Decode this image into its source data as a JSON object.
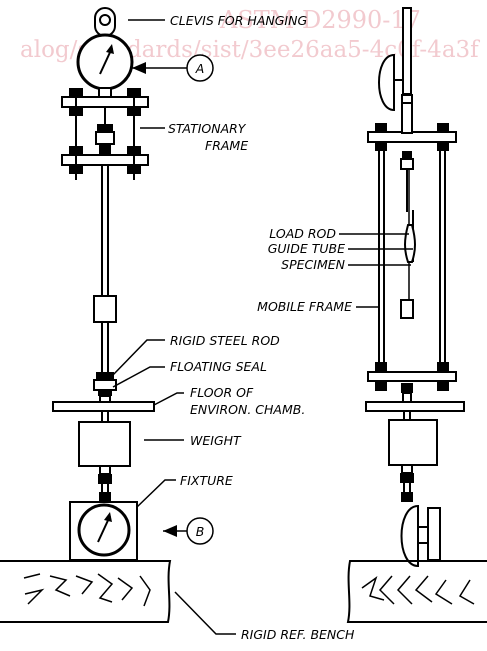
{
  "watermark": {
    "line1": "ASTM D2990-17",
    "line2": "alog/standards/sist/3ee26aa5-4c0f-4a3f"
  },
  "labels": {
    "clevis": "CLEVIS FOR HANGING",
    "gauge_a": "A",
    "stationary": "STATIONARY",
    "frame": "FRAME",
    "load_rod": "LOAD ROD",
    "guide_tube": "GUIDE TUBE",
    "specimen": "SPECIMEN",
    "mobile_frame": "MOBILE FRAME",
    "rigid_steel_rod": "RIGID STEEL ROD",
    "floating_seal": "FLOATING SEAL",
    "floor_of": "FLOOR OF",
    "environ": "ENVIRON. CHAMB.",
    "weight": "WEIGHT",
    "fixture": "FIXTURE",
    "gauge_b": "B",
    "bench": "RIGID REF. BENCH"
  }
}
